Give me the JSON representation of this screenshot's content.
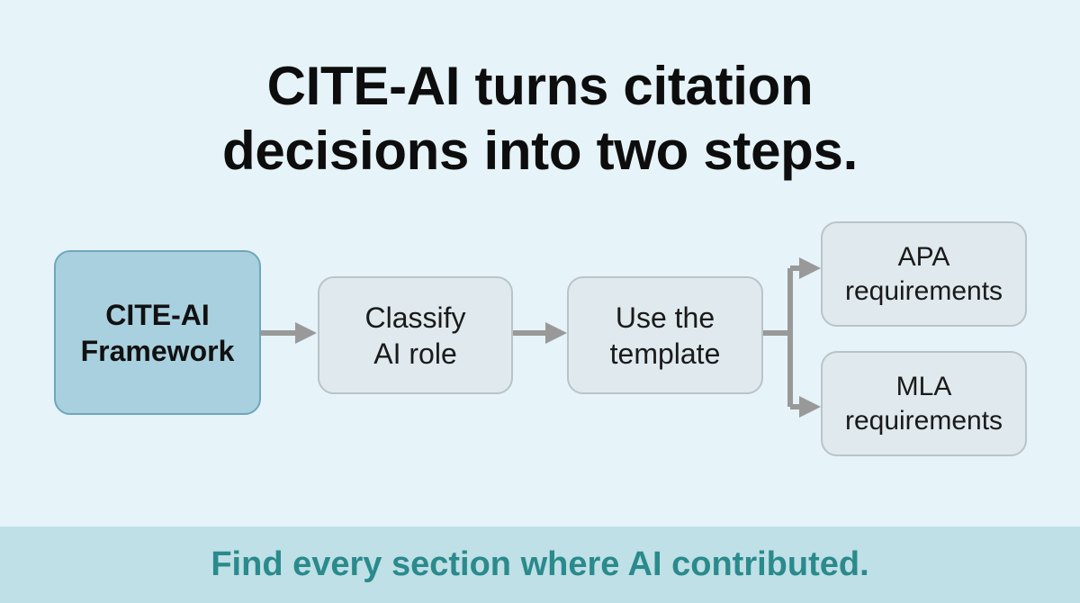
{
  "title": {
    "line1": "CITE-AI turns citation",
    "line2": "decisions into two steps."
  },
  "nodes": {
    "framework": {
      "line1": "CITE-AI",
      "line2": "Framework"
    },
    "classify": {
      "line1": "Classify",
      "line2": "AI role"
    },
    "template": {
      "line1": "Use the",
      "line2": "template"
    },
    "apa": {
      "line1": "APA",
      "line2": "requirements"
    },
    "mla": {
      "line1": "MLA",
      "line2": "requirements"
    }
  },
  "footer": {
    "text": "Find every section where AI contributed."
  },
  "colors": {
    "background": "#e6f3f9",
    "primary_node": "#a9d0de",
    "node": "#dfe9ee",
    "connector": "#999999",
    "footer_band": "#bfe0e6",
    "footer_text": "#2a8a8c"
  }
}
